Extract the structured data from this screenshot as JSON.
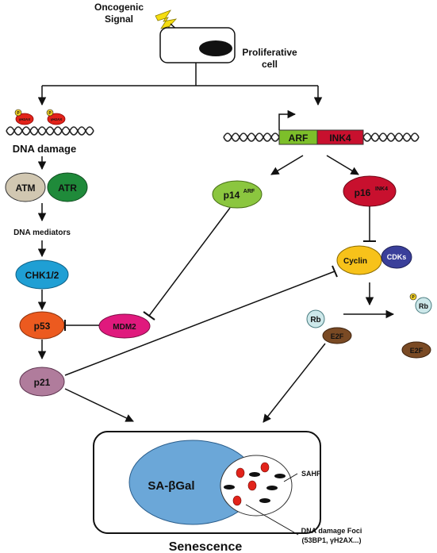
{
  "top": {
    "signal_line1": "Oncogenic",
    "signal_line2": "Signal",
    "cell_line1": "Proliferative",
    "cell_line2": "cell"
  },
  "left_pathway": {
    "h2ax_label": "γH2AX",
    "phospho_label": "P",
    "dna_damage": "DNA  damage",
    "atm": "ATM",
    "atr": "ATR",
    "mediators": "DNA mediators",
    "chk": "CHK1/2",
    "p53": "p53",
    "mdm2": "MDM2",
    "p21": "p21"
  },
  "right_pathway": {
    "arf": "ARF",
    "ink4": "INK4",
    "p14_base": "p14",
    "p14_sup": "ARF",
    "p16_base": "p16",
    "p16_sup": "INK4",
    "cyclin": "Cyclin",
    "cdks": "CDKs",
    "rb": "Rb",
    "e2f": "E2F",
    "rb_free": "Rb",
    "e2f_free": "E2F",
    "phospho_label": "P"
  },
  "senescence": {
    "sa_bgal": "SA-βGal",
    "sahf": "SAHF",
    "foci_line1": "DNA damage Foci",
    "foci_line2": "(53BP1, γH2AX...)",
    "title": "Senescence"
  },
  "colors": {
    "atm": "#d1c7b1",
    "atr": "#1f8a3a",
    "chk": "#1f9fd4",
    "p53": "#ec5a1f",
    "mdm2": "#e0197d",
    "p21": "#b07c9c",
    "arf": "#7dbf2a",
    "ink4": "#c8102e",
    "p14": "#8bc63f",
    "p16": "#c8102e",
    "cyclin": "#f7c21a",
    "cdks": "#3a3f9a",
    "rb": "#cde8ea",
    "e2f": "#7a4a24",
    "sa_bgal": "#6ba7d8",
    "foci": "#e2231a",
    "phospho": "#f5d327"
  }
}
